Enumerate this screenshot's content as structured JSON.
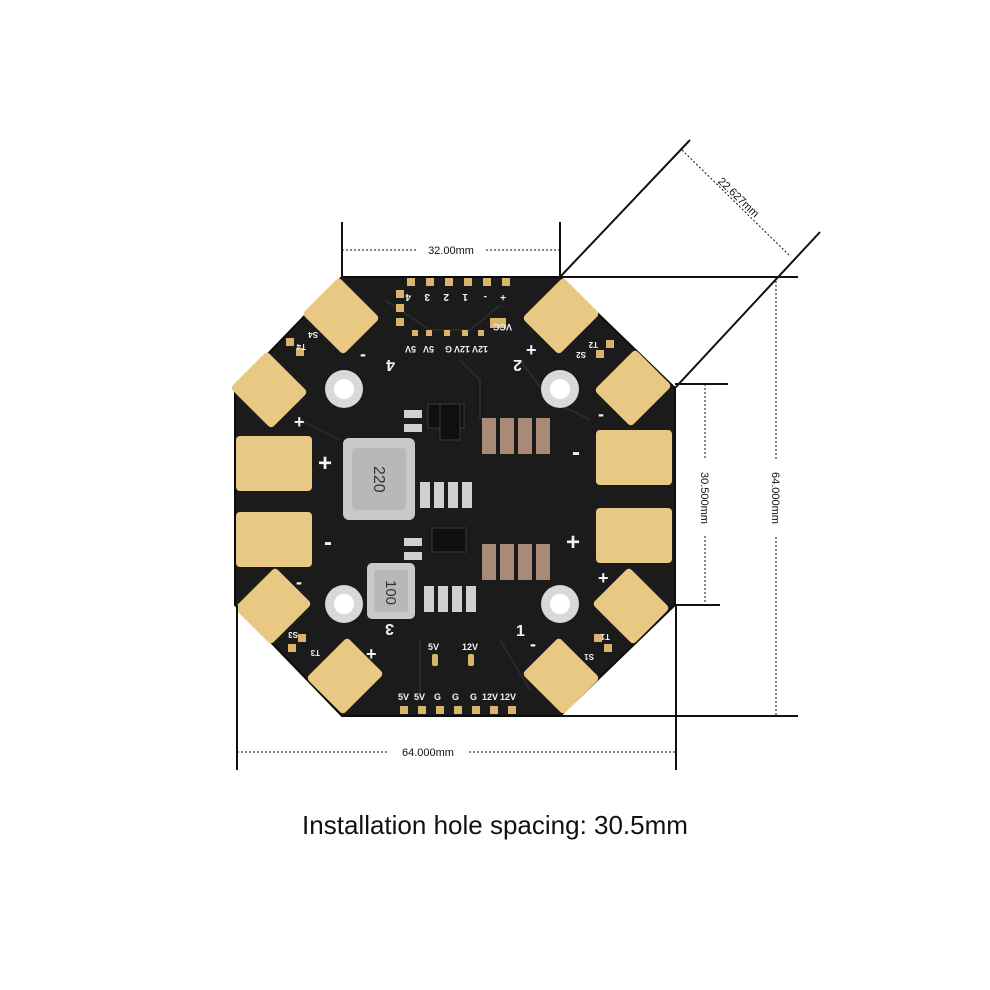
{
  "dimensions": {
    "top_width": "32.00mm",
    "diagonal": "22.627mm",
    "hole_spacing_vertical": "30.500mm",
    "total_height": "64.000mm",
    "total_width": "64.000mm"
  },
  "caption": "Installation hole spacing: 30.5mm",
  "board": {
    "pin_labels_top": [
      "4",
      "3",
      "2",
      "1",
      "-",
      "+"
    ],
    "vcc_label": "VCC",
    "power_labels_top": [
      "12V",
      "12V",
      "G",
      "5V",
      "5V"
    ],
    "pin_labels_bottom": [
      "5V",
      "5V",
      "G",
      "G",
      "G",
      "12V",
      "12V"
    ],
    "regulator_labels": [
      "5V",
      "12V"
    ],
    "motor_numbers": [
      "4",
      "2",
      "3",
      "1"
    ],
    "inductor_values": [
      "220",
      "100"
    ],
    "signal_labels": [
      "S4",
      "T4",
      "S2",
      "T2",
      "S3",
      "T3",
      "S1",
      "T1"
    ],
    "polarity": [
      "+",
      "-"
    ]
  },
  "colors": {
    "pcb": "#1b1b1b",
    "pad": "#e8c882",
    "silkscreen": "#f2f2f2",
    "dimension_line": "#111111"
  }
}
